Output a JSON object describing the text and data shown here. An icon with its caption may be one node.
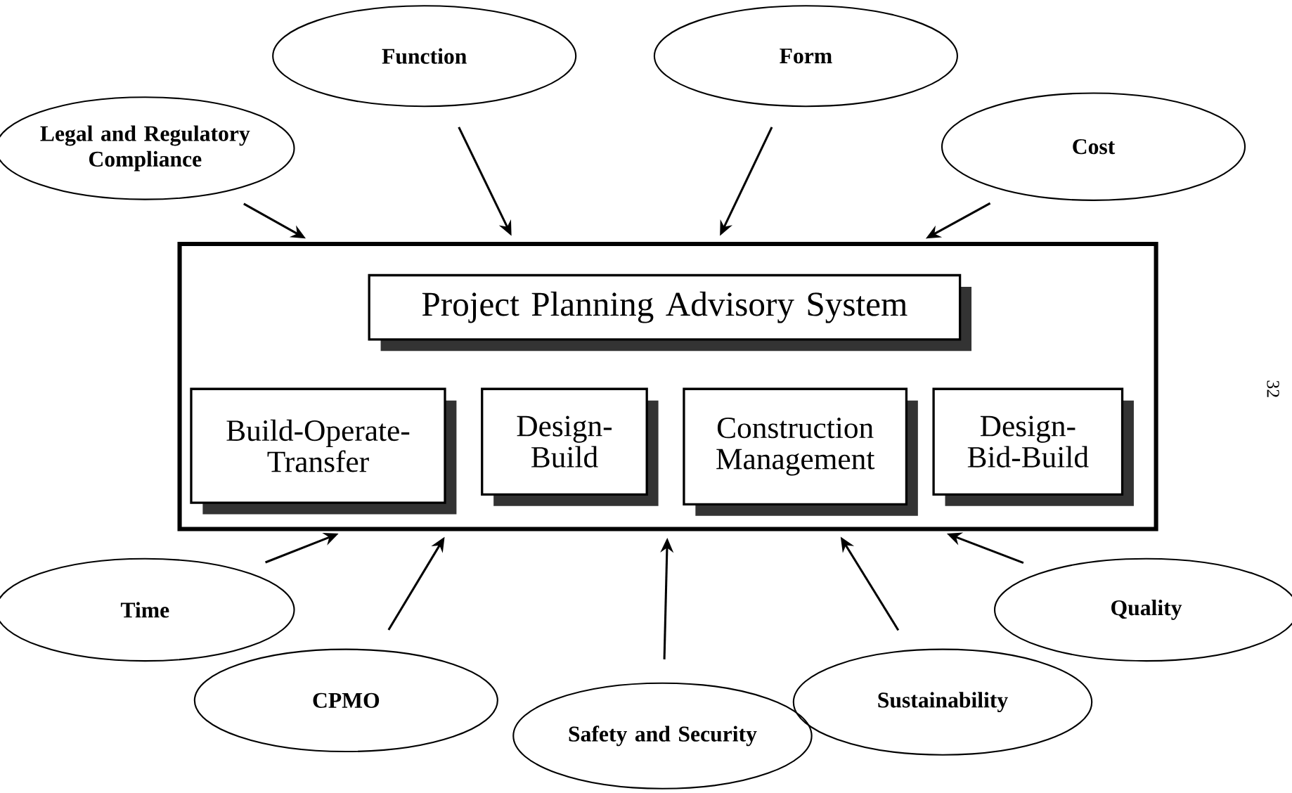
{
  "diagram": {
    "nodes": [
      {
        "text": [
          "Function"
        ]
      },
      {
        "text": [
          "Form"
        ]
      },
      {
        "text": [
          "Legal and Regulatory Compliance"
        ]
      },
      {
        "text": [
          "Cost"
        ]
      },
      {
        "text": [],
        "shape": "box"
      },
      {
        "text": [
          "Project Planning Advisory System"
        ],
        "in": 4
      },
      {
        "text": [
          "Build-Operate-Transfer"
        ],
        "in": 4
      },
      {
        "text": [
          "Design-Build"
        ],
        "in": 4
      },
      {
        "text": [
          "Construction Management"
        ],
        "in": 4
      },
      {
        "text": [
          "Design-Bid-Build"
        ],
        "in": 4
      },
      {
        "text": [
          "Time"
        ]
      },
      {
        "text": [
          "CPMO"
        ]
      },
      {
        "text": [
          "Safety and Security"
        ]
      },
      {
        "text": [
          "Sustainability"
        ]
      },
      {
        "text": [
          "Quality"
        ]
      }
    ],
    "edges": [
      {
        "from": 2,
        "to": 4,
        "arrow": "to"
      },
      {
        "from": 0,
        "to": 4,
        "arrow": "to"
      },
      {
        "from": 1,
        "to": 4,
        "arrow": "to"
      },
      {
        "from": 3,
        "to": 4,
        "arrow": "to"
      },
      {
        "from": 10,
        "to": 4,
        "arrow": "to"
      },
      {
        "from": 11,
        "to": 4,
        "arrow": "to"
      },
      {
        "from": 12,
        "to": 4,
        "arrow": "to"
      },
      {
        "from": 13,
        "to": 4,
        "arrow": "to"
      },
      {
        "from": 14,
        "to": 4,
        "arrow": "to"
      }
    ],
    "labels": [
      "32"
    ]
  }
}
